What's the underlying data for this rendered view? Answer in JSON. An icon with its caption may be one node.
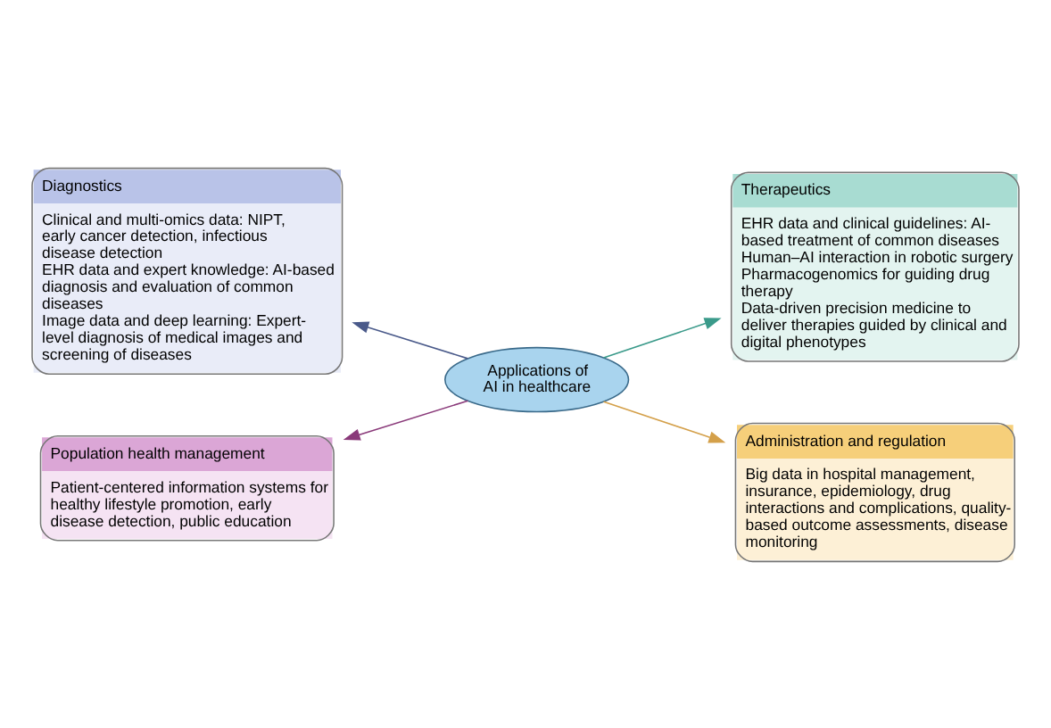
{
  "diagram": {
    "nodes": [
      {
        "text": [
          "Diagnostics",
          "Clinical and multi-omics data: NIPT, early cancer detection, infectious disease detection",
          "EHR data and expert knowledge: AI-based diagnosis and evaluation of common diseases",
          "Image data and deep learning: Expert-level diagnosis of medical images and screening of diseases"
        ]
      },
      {
        "text": [
          "Therapeutics",
          "EHR data and clinical guidelines: AI-based treatment of common diseases",
          "Human–AI interaction in robotic surgery",
          "Pharmacogenomics for guiding drug therapy",
          "Data-driven precision medicine to deliver therapies guided by clinical and digital phenotypes"
        ]
      },
      {
        "text": [
          "Applications of AI in healthcare"
        ]
      },
      {
        "text": [
          "Population health management",
          "Patient-centered information systems for healthy lifestyle promotion, early disease detection, public education"
        ]
      },
      {
        "text": [
          "Administration and regulation",
          "Big data in hospital management, insurance, epidemiology, drug interactions and complications, quality-based outcome assessments, disease monitoring"
        ]
      }
    ],
    "edges": [
      {
        "from": 2,
        "to": 0,
        "arrow": "to",
        "color": "#4a5a8a"
      },
      {
        "from": 2,
        "to": 1,
        "arrow": "to",
        "color": "#3a9a8a"
      },
      {
        "from": 2,
        "to": 3,
        "arrow": "to",
        "color": "#8a3a7a"
      },
      {
        "from": 2,
        "to": 4,
        "arrow": "to",
        "color": "#d4a04a"
      }
    ]
  }
}
